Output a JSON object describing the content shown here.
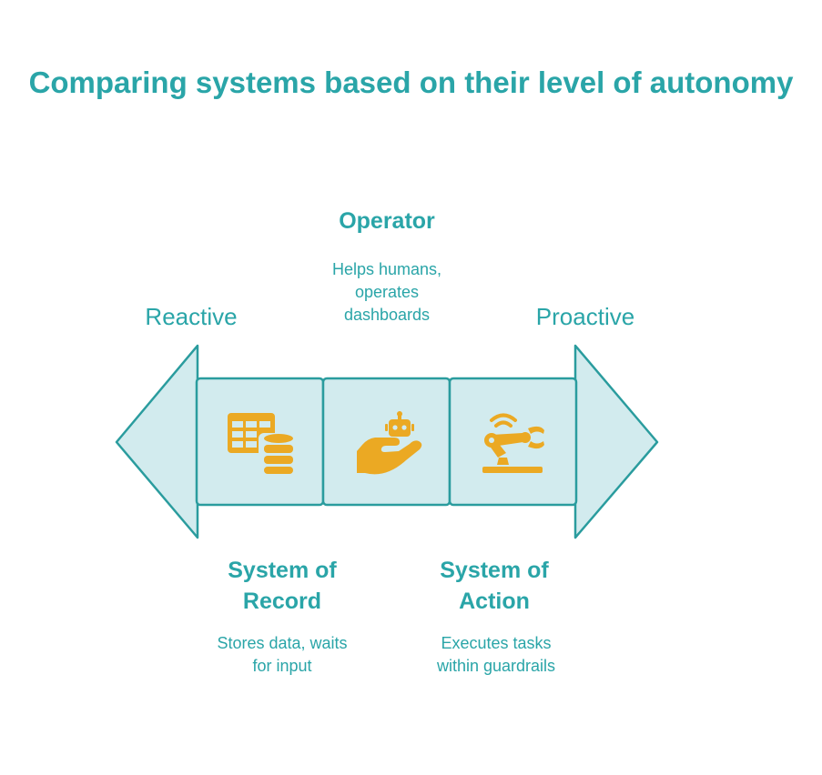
{
  "title": "Comparing systems based on their level of autonomy",
  "poles": {
    "left": "Reactive",
    "right": "Proactive"
  },
  "stages": [
    {
      "title": "System of Record",
      "title_lines": [
        "System of",
        "Record"
      ],
      "description": "Stores data, waits for input",
      "description_lines": [
        "Stores data, waits",
        "for input"
      ],
      "icon": "table-database-icon"
    },
    {
      "title": "Operator",
      "title_lines": [
        "Operator"
      ],
      "description": "Helps humans, operates dashboards",
      "description_lines": [
        "Helps humans,",
        "operates",
        "dashboards"
      ],
      "icon": "robot-hand-icon"
    },
    {
      "title": "System of Action",
      "title_lines": [
        "System of",
        "Action"
      ],
      "description": "Executes tasks within guardrails",
      "description_lines": [
        "Executes tasks",
        "within guardrails"
      ],
      "icon": "robotic-arm-icon"
    }
  ],
  "colors": {
    "accent_text": "#2aa5a8",
    "fill": "#d2ebee",
    "stroke": "#2a9c9e",
    "icon": "#eba923"
  }
}
